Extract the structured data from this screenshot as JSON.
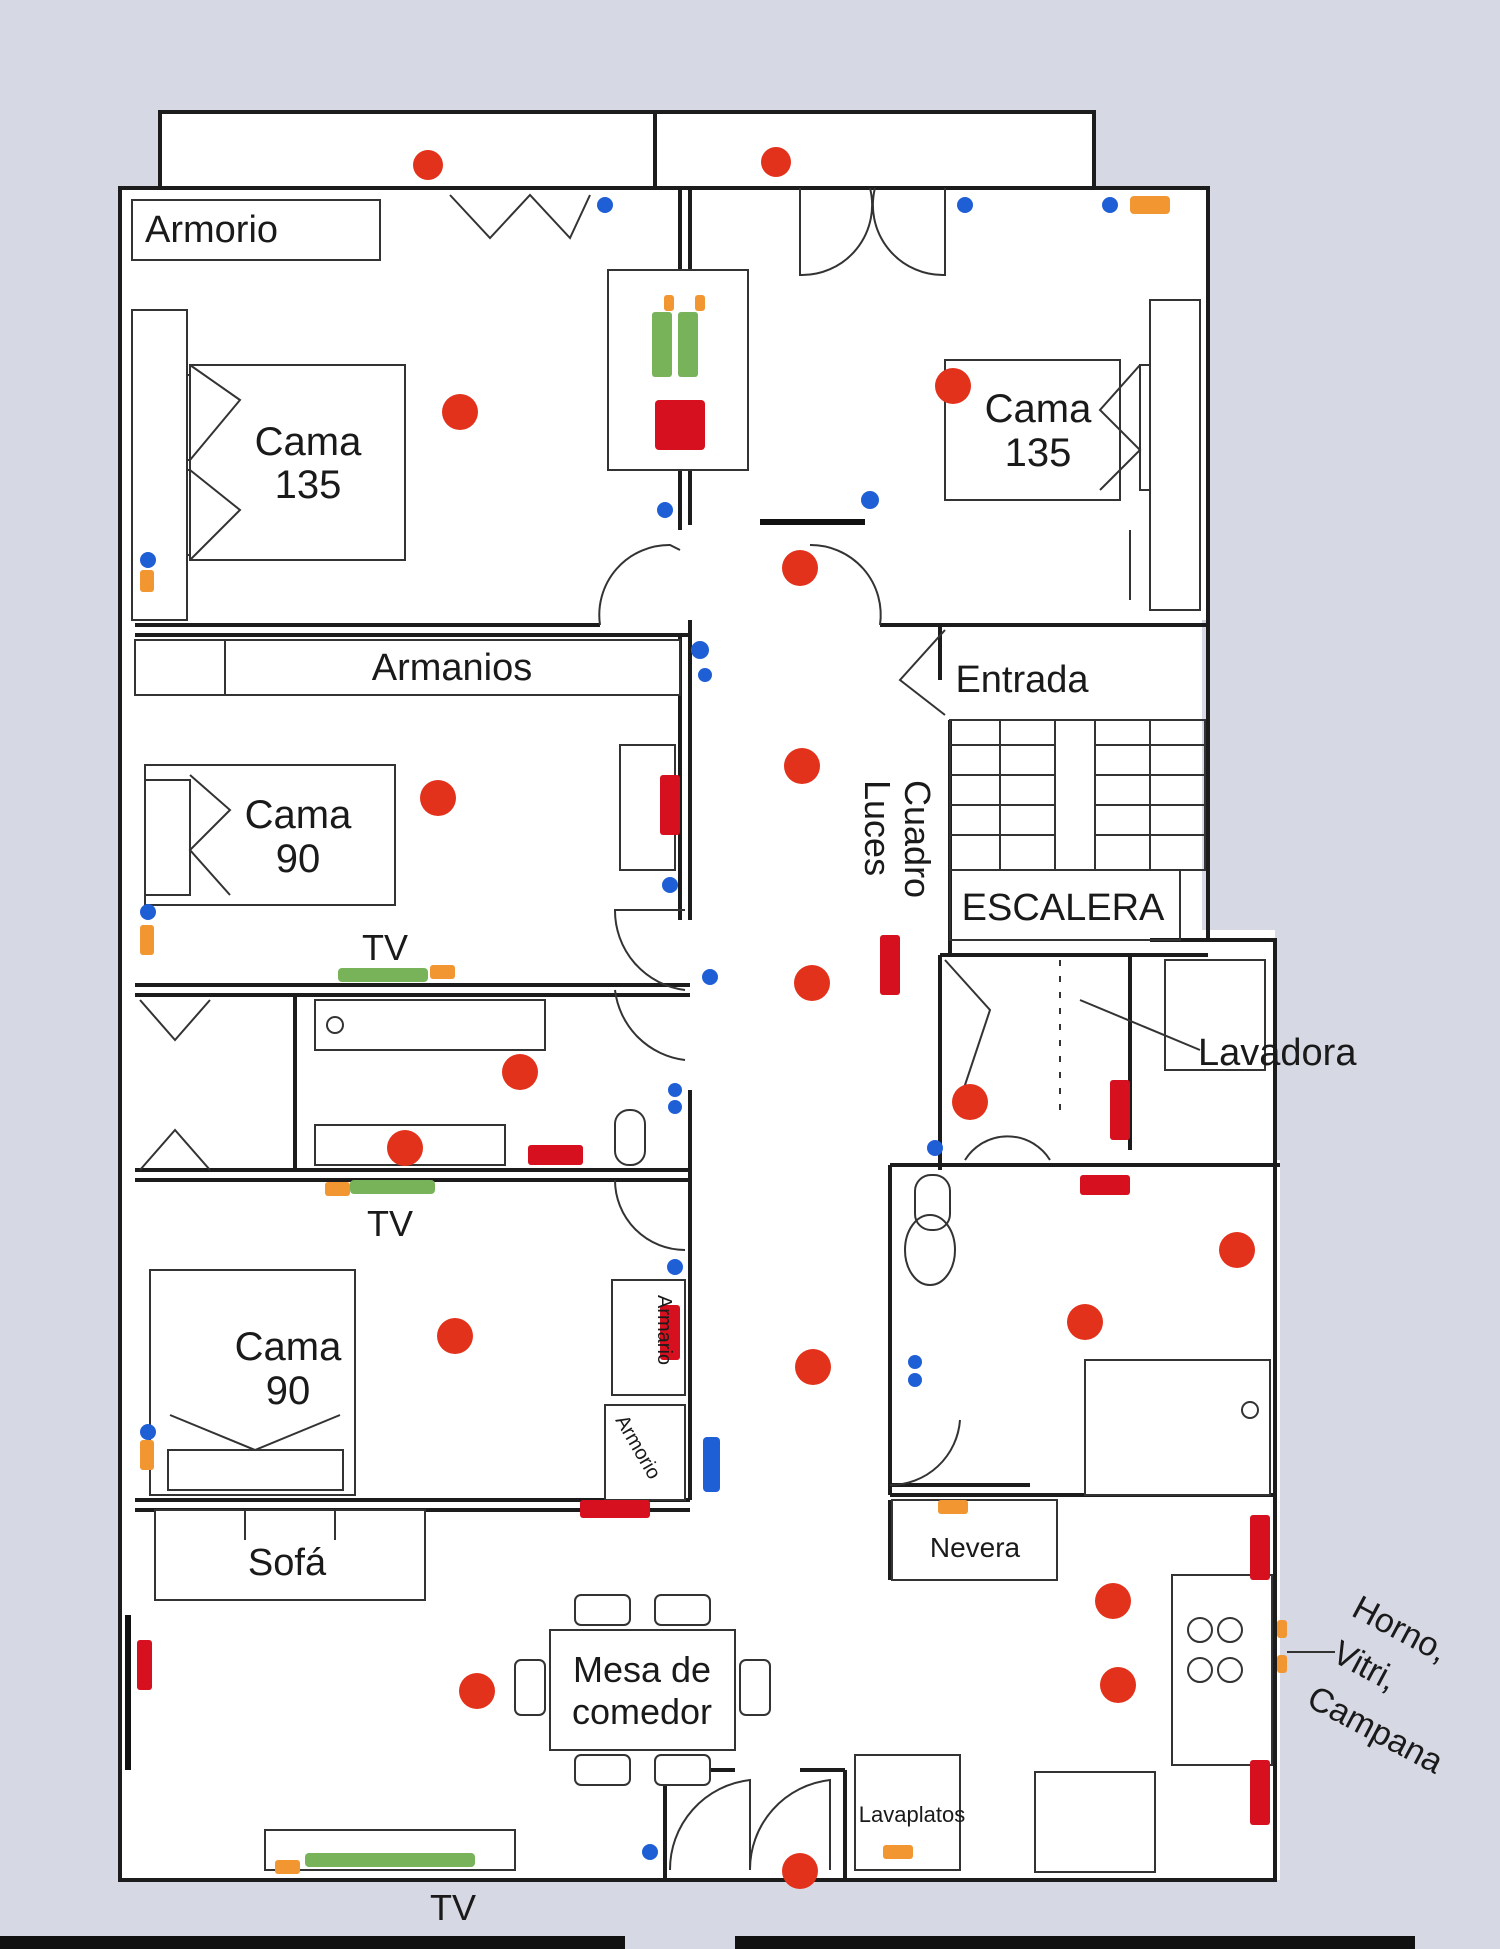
{
  "labels": {
    "armorio_top": "Armorio",
    "cama_135_left": [
      "Cama",
      "135"
    ],
    "cama_135_right": [
      "Cama",
      "135"
    ],
    "armanios": "Armanios",
    "entrada": "Entrada",
    "cama_90_upper": [
      "Cama",
      "90"
    ],
    "cuadro_luces": [
      "Cuadro",
      "Luces"
    ],
    "escalera": "ESCALERA",
    "tv_upper": "TV",
    "lavadora": "Lavadora",
    "tv_middle": "TV",
    "cama_90_lower": [
      "Cama",
      "90"
    ],
    "armario_small": "Armario",
    "armorio_small": "Armorio",
    "sofa": "Sofá",
    "nevera": "Nevera",
    "mesa_comedor": [
      "Mesa de",
      "comedor"
    ],
    "horno": [
      "Horno,",
      "Vitri,",
      "Campana"
    ],
    "lavaplatos": "Lavaplatos",
    "tv_bottom": "TV"
  },
  "colors": {
    "background": "#d6d8e3",
    "floor": "#ffffff",
    "wall": "#1c1c1c",
    "ceiling_light": "#e3321b",
    "socket_blue": "#1f5fd6",
    "socket_orange": "#f29632",
    "radiator_red": "#d6101e",
    "tv_green": "#78b35a",
    "bottom_bar": "#111111"
  },
  "icons": {
    "ceiling_light": "red-dot-icon",
    "switch": "blue-dot-icon",
    "socket": "orange-socket-icon",
    "radiator": "red-radiator-icon",
    "tv": "green-tv-icon"
  }
}
